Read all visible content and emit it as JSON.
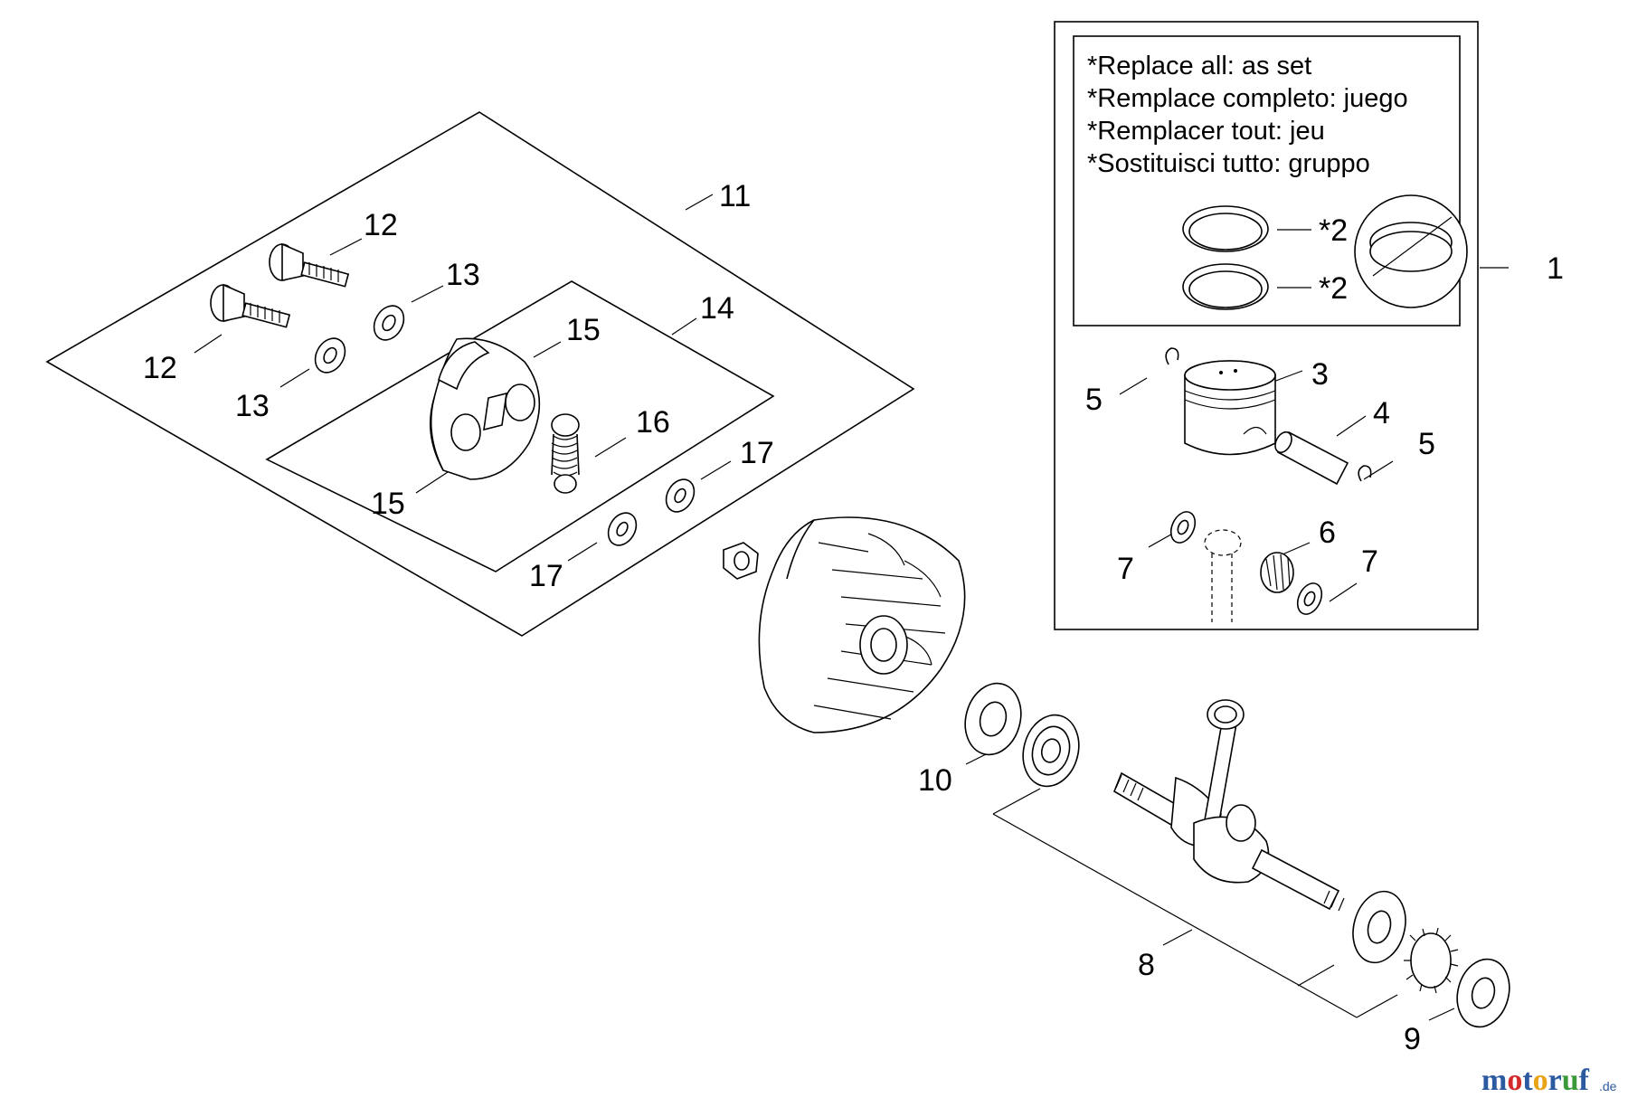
{
  "notes": [
    "*Replace all: as set",
    "*Remplace completo: juego",
    "*Remplacer tout: jeu",
    "*Sostituisci tutto: gruppo"
  ],
  "labels": {
    "l1": "1",
    "l2a": "*2",
    "l2b": "*2",
    "l3": "3",
    "l4": "4",
    "l5a": "5",
    "l5b": "5",
    "l6": "6",
    "l7a": "7",
    "l7b": "7",
    "l8": "8",
    "l9": "9",
    "l10": "10",
    "l11": "11",
    "l12a": "12",
    "l12b": "12",
    "l13a": "13",
    "l13b": "13",
    "l14": "14",
    "l15a": "15",
    "l15b": "15",
    "l16": "16",
    "l17a": "17",
    "l17b": "17"
  },
  "watermark": {
    "letters": [
      "m",
      "o",
      "t",
      "o",
      "r",
      "u",
      "f"
    ],
    "colors": [
      "#2c5aa0",
      "#d42a2a",
      "#2c5aa0",
      "#e8a317",
      "#2c5aa0",
      "#3a9a3a",
      "#2c5aa0"
    ],
    "suffix": ".de"
  }
}
